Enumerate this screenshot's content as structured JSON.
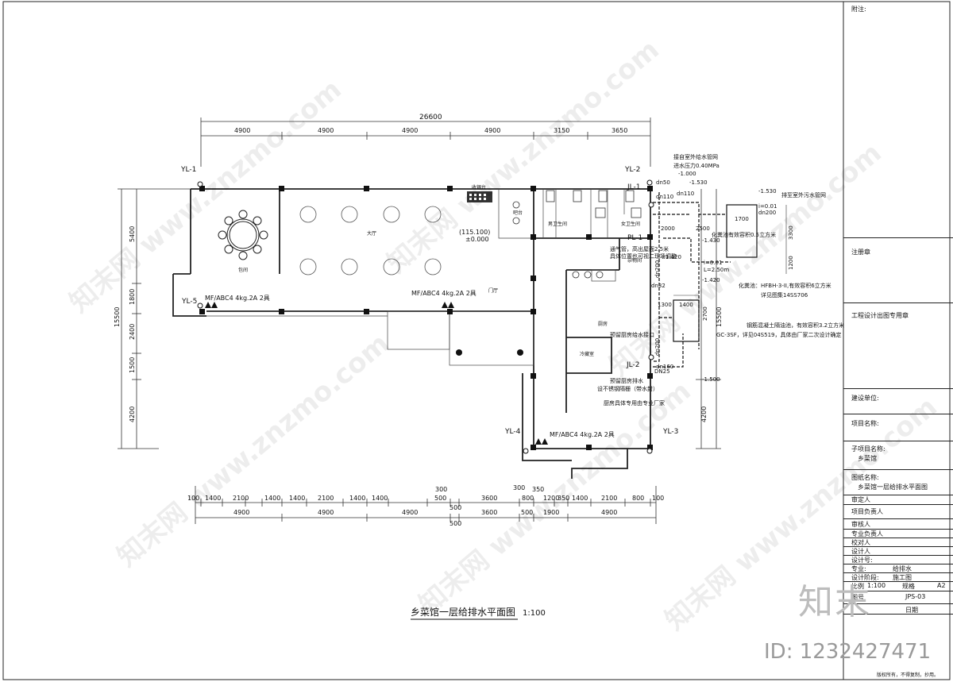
{
  "drawing_title": "乡菜馆一层给排水平面图",
  "drawing_scale": "1:100",
  "dims": {
    "total": "26600",
    "top": [
      "4900",
      "4900",
      "4900",
      "4900",
      "3150",
      "3650"
    ],
    "bottom_detail": [
      "100",
      "1400",
      "2100",
      "1400",
      "1400",
      "2100",
      "1400",
      "1400",
      "500",
      "3600",
      "800",
      "1200",
      "350",
      "1400",
      "2100",
      "800",
      "100"
    ],
    "bottom_sub": [
      "300",
      "300",
      "500",
      "350"
    ],
    "bottom_main": [
      "4900",
      "4900",
      "4900",
      "500",
      "3600",
      "500",
      "1900",
      "4900"
    ],
    "left_total": "15500",
    "left": [
      "5400",
      "1800",
      "2400",
      "1500",
      "4200"
    ],
    "right_total": "15500",
    "right": [
      "4200"
    ]
  },
  "pipes": [
    "YL-1",
    "YL-2",
    "YL-3",
    "YL-4",
    "YL-5",
    "JL-1",
    "JL-2",
    "PL-1"
  ],
  "rooms": {
    "private": "包间",
    "hall": "大厅",
    "door": "门厅",
    "bar": "吧台",
    "male_wc": "男卫生间",
    "female_wc": "女卫生间",
    "storage": "杂物间",
    "kitchen": "厨房",
    "cold": "冷藏室",
    "cashier": "收银台"
  },
  "extinguishers": [
    "MF/ABC4  4kg.2A  2具",
    "MF/ABC4  4kg.2A  2具",
    "MF/ABC4  4kg.2A  2具"
  ],
  "elev": "(115.100)",
  "elev2": "±0.000",
  "notes": {
    "supply": "接自室外给水管网",
    "pressure": "进水压力0.40MPa",
    "pressure_lvl": "-1.000",
    "drain": "排至室外污水管网",
    "lvl_1530": "-1.530",
    "lvl_1530b": "-1.530",
    "dn50": "dn50",
    "dn110": "dn110",
    "dn110b": "dn110",
    "dn200": "dn200",
    "dn160": "dn160",
    "dn32": "dn32",
    "i001": "i=0.01",
    "i001b": "i=0.01",
    "septic": "化粪池：HFBH-3-II,有效容积6立方米",
    "septic_ref": "详见图集14SS706",
    "septic_tank": "化粪池有效容积0.5立方米",
    "grease": "钢筋混凝土隔油池，有效容积3.2立方米",
    "grease2": "GC-3SF，详见04S519，具体由厂家二次设计确定",
    "box1700": "1700",
    "box1400": "1400",
    "d3300": "3300",
    "d1200": "1200",
    "d2500": "2500",
    "d2000": "2000",
    "d1300": "1300",
    "d2700": "2700",
    "lvl_1420": "+1.420",
    "lvl_1430": "-1.430",
    "lvl_1420b": "-1.420",
    "lvl_1500": "-1.500",
    "L250": "L=2.50m",
    "vent": "通气管，高出屋面2.5米",
    "vent2": "具体位置也可视二现场调整",
    "sink_hook": "预留厨房给水接口",
    "drain_kit": "预留厨房排水",
    "kitchen_equip": "设不锈钢隔栅（带水封）",
    "kitchen_note": "厨房具体专用由专业厂家",
    "DN25": "DN25",
    "dim_dn200": "dn200",
    "dim_dn200b": "dn200"
  },
  "titleblock": {
    "remark": "附注:",
    "reg_stamp": "注册章",
    "design_stamp": "工程设计出图专用章",
    "client": "建设单位:",
    "project": "项目名称:",
    "sub_project": "子项目名称:",
    "sub_project_val": "乡菜馆",
    "drawing_name": "图纸名称:",
    "drawing_name_val": "乡菜馆一层给排水平面图",
    "approver": "审定人",
    "pm": "项目负责人",
    "checker": "审核人",
    "specialist": "专业负责人",
    "proofer": "校对人",
    "designer": "设计人",
    "design_no": "设计号:",
    "discipline": "专业:",
    "discipline_val": "给排水",
    "stage": "设计阶段:",
    "stage_val": "施工图",
    "scale_lbl": "比例",
    "scale_val": "1:100",
    "size_lbl": "规格",
    "size_val": "A2",
    "sheet_lbl": "图号",
    "sheet_val": "JPS-03",
    "date_lbl": "日期",
    "copyright": "版权所有，不得复制，抄用。"
  },
  "brand": "知末",
  "image_id": "ID: 1232427471",
  "watermark": "知末网 www.znzmo.com"
}
